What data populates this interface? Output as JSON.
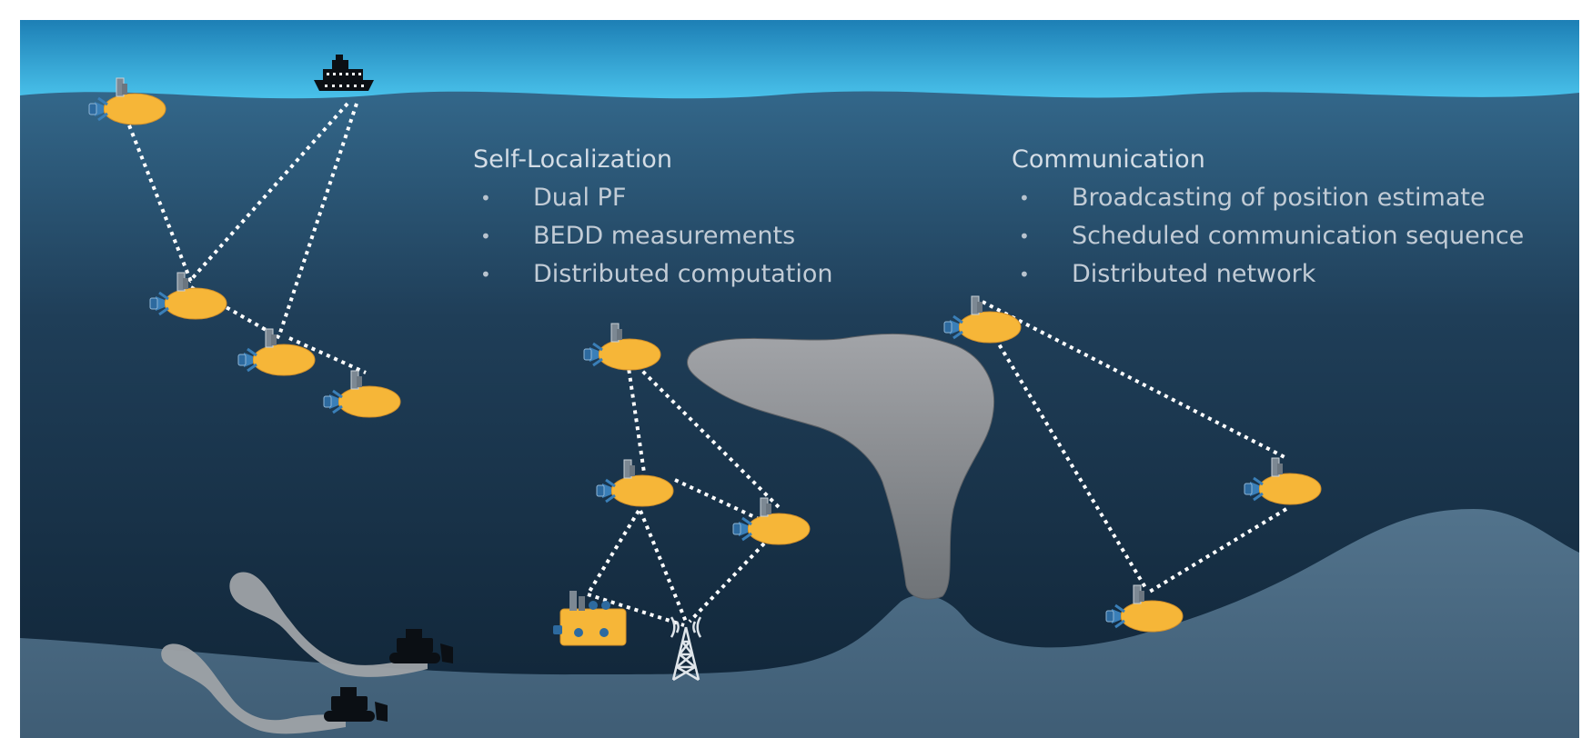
{
  "self_localization": {
    "title": "Self-Localization",
    "items": [
      "Dual PF",
      "BEDD measurements",
      "Distributed computation"
    ]
  },
  "communication": {
    "title": "Communication",
    "items": [
      "Broadcasting of position estimate",
      "Scheduled communication sequence",
      "Distributed network"
    ]
  },
  "colors": {
    "sky": "#2a8fc4",
    "sea_surface": "#2f6a8c",
    "sea_deep": "#13293d",
    "seabed": "#4a6b84",
    "rock": "#8e9094",
    "vehicle": "#f6b638",
    "link": "#ffffff"
  },
  "icons": [
    "ship-icon",
    "auv-icon",
    "lander-icon",
    "antenna-tower-icon",
    "bulldozer-icon"
  ]
}
